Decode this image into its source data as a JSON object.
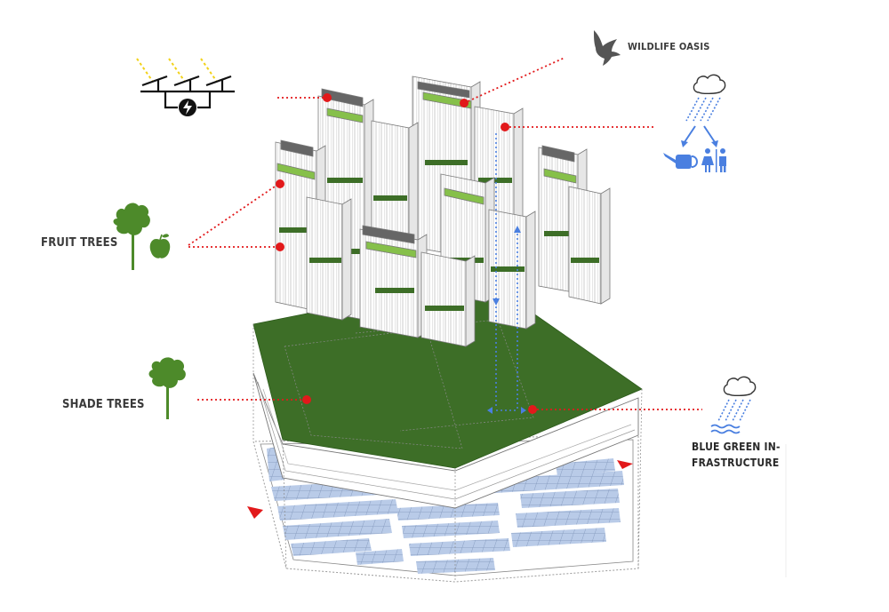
{
  "labels": {
    "fruit_trees": "FRUIT TREES",
    "shade_trees": "SHADE TREES",
    "wildlife_oasis": "WILDLIFE OASIS",
    "blue_green_line1": "BLUE GREEN IN-",
    "blue_green_line2": "FRASTRUCTURE"
  },
  "icons": {
    "solar": "solar-panel-icon",
    "bird": "bird-icon",
    "rain_reuse": "rain-cloud-reuse-icon",
    "fruit_tree": "fruit-tree-icon",
    "apple": "apple-icon",
    "shade_tree": "shade-tree-icon",
    "rain_water": "rain-cloud-water-icon"
  },
  "colors": {
    "leader_red": "#e2191b",
    "water_blue": "#4a7fe0",
    "tree_green": "#4d8a2a",
    "ground_green": "#3d6e27",
    "panel_blue": "#c5d5ee",
    "bird_grey": "#555555"
  }
}
